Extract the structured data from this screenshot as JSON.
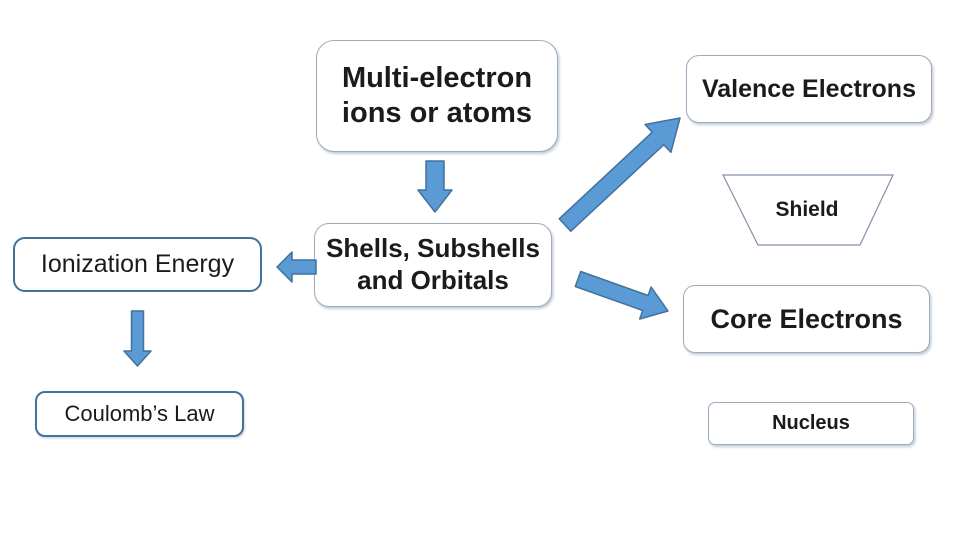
{
  "diagram": {
    "title_hint": "concept map: multi-electron atoms",
    "nodes": {
      "multi_electron": {
        "line1": "Multi-electron",
        "line2": "ions or atoms"
      },
      "valence_electrons": {
        "label": "Valence Electrons"
      },
      "shield": {
        "label": "Shield"
      },
      "ionization_energy": {
        "label": "Ionization Energy"
      },
      "shells": {
        "line1": "Shells, Subshells",
        "line2": "and Orbitals"
      },
      "core_electrons": {
        "label": "Core Electrons"
      },
      "coulombs_law": {
        "label": "Coulomb’s Law"
      },
      "nucleus": {
        "label": "Nucleus"
      }
    },
    "arrows": [
      {
        "name": "multi-electron-to-shells",
        "direction": "down"
      },
      {
        "name": "shells-to-valence-electrons",
        "direction": "up-right"
      },
      {
        "name": "shells-to-ionization-energy",
        "direction": "left"
      },
      {
        "name": "ionization-energy-to-coulombs-law",
        "direction": "down"
      },
      {
        "name": "shells-to-core-electrons",
        "direction": "down-right"
      }
    ],
    "colors": {
      "background": "#ffffff",
      "arrow_fill": "#5b9bd5",
      "arrow_outline": "#41719c",
      "box_border_light": "#9cacbc",
      "box_border_strong": "#41719c",
      "text": "#1b1b1b"
    }
  }
}
